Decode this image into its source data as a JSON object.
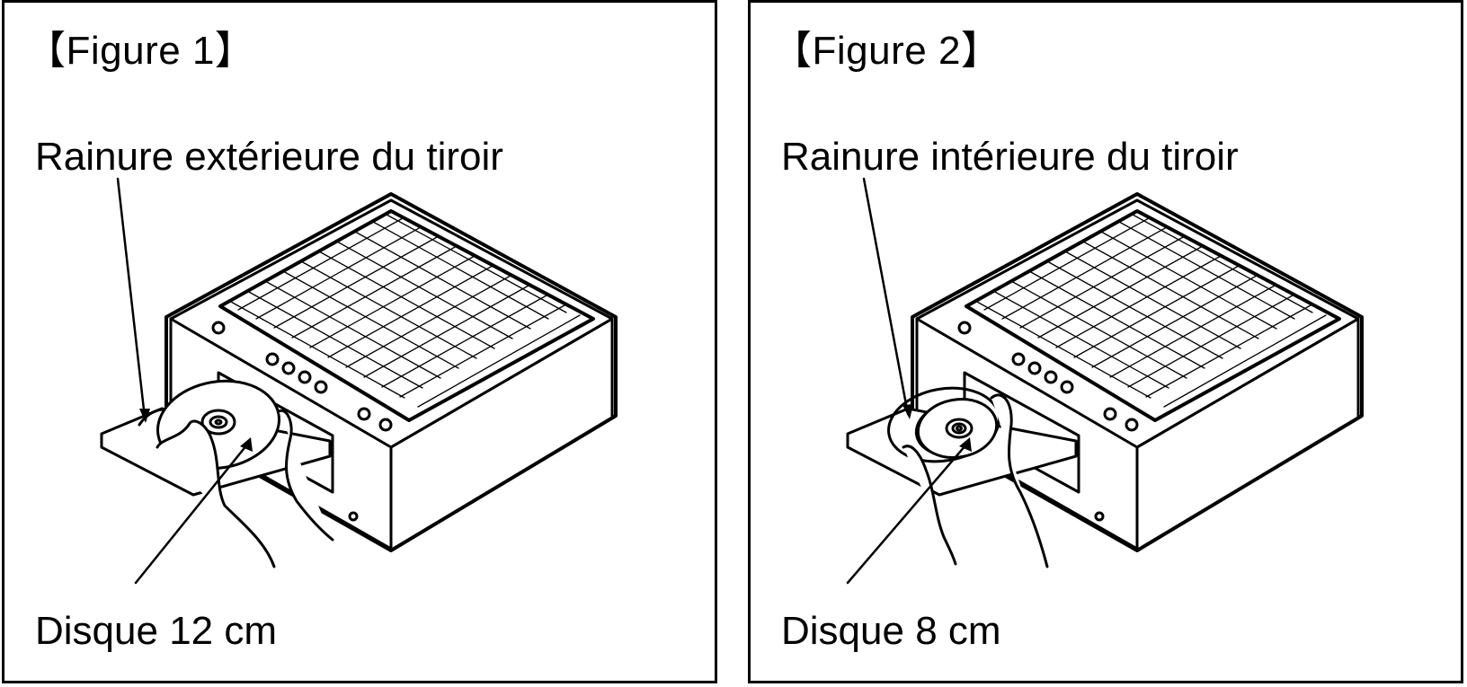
{
  "figures": [
    {
      "title": "【Figure 1】",
      "groove_label": "Rainure extérieure du tiroir",
      "disc_label": "Disque 12 cm"
    },
    {
      "title": "【Figure 2】",
      "groove_label": "Rainure intérieure du tiroir",
      "disc_label": "Disque 8 cm"
    }
  ],
  "colors": {
    "line": "#000000",
    "background": "#ffffff"
  }
}
